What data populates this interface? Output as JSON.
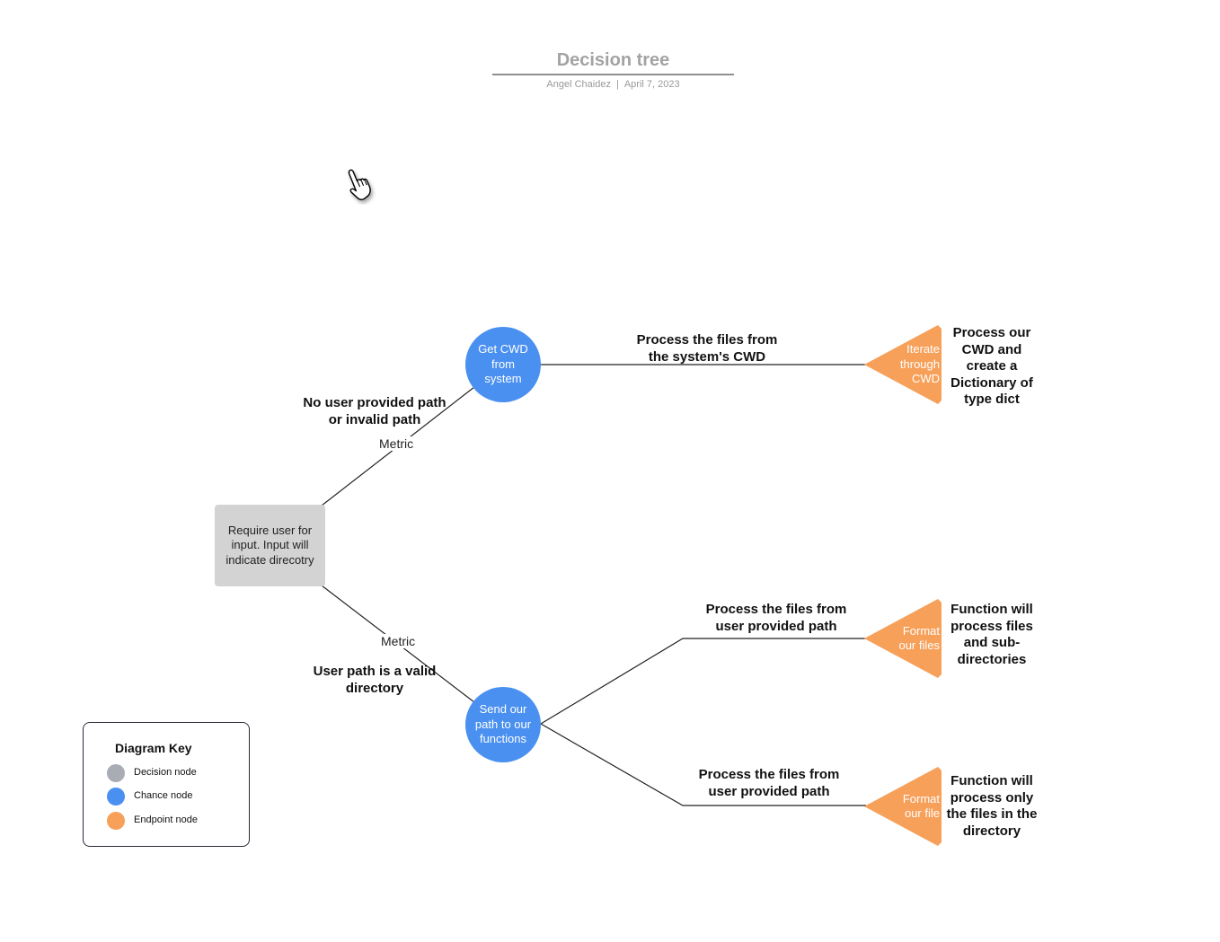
{
  "header": {
    "title": "Decision tree",
    "author": "Angel Chaidez",
    "separator": "|",
    "date": "April 7, 2023"
  },
  "colors": {
    "decision": "#d3d3d3",
    "chance": "#4a90f0",
    "endpoint": "#f7a05a",
    "line": "#222222",
    "title": "#a3a3a3"
  },
  "nodes": {
    "decision": {
      "text": "Require user for input. Input will indicate direcotry"
    },
    "chance_top": {
      "text": "Get CWD from system"
    },
    "chance_bottom": {
      "text": "Send our path to our functions"
    },
    "end_top": {
      "text": "Iterate through CWD"
    },
    "end_mid": {
      "text": "Format our files"
    },
    "end_bottom": {
      "text": "Format our file"
    }
  },
  "edges": {
    "upper_branch": {
      "label": "No user provided path or invalid path",
      "metric": "Metric"
    },
    "lower_branch": {
      "label": "User path is a valid directory",
      "metric": "Metric"
    },
    "top_path": {
      "label": "Process the files from the system's CWD"
    },
    "mid_path": {
      "label": "Process the files from user provided path"
    },
    "bottom_path": {
      "label": "Process the files from user provided path"
    }
  },
  "outcomes": {
    "top": "Process our CWD and create a Dictionary of type dict",
    "mid": "Function will process files and sub-directories",
    "bottom": "Function will process only the files in the directory"
  },
  "legend": {
    "title": "Diagram Key",
    "items": [
      {
        "label": "Decision node",
        "color": "#a9abb5"
      },
      {
        "label": "Chance node",
        "color": "#4a90f0"
      },
      {
        "label": "Endpoint node",
        "color": "#f7a05a"
      }
    ]
  },
  "cursor": {
    "icon": "hand-pointer-icon"
  }
}
